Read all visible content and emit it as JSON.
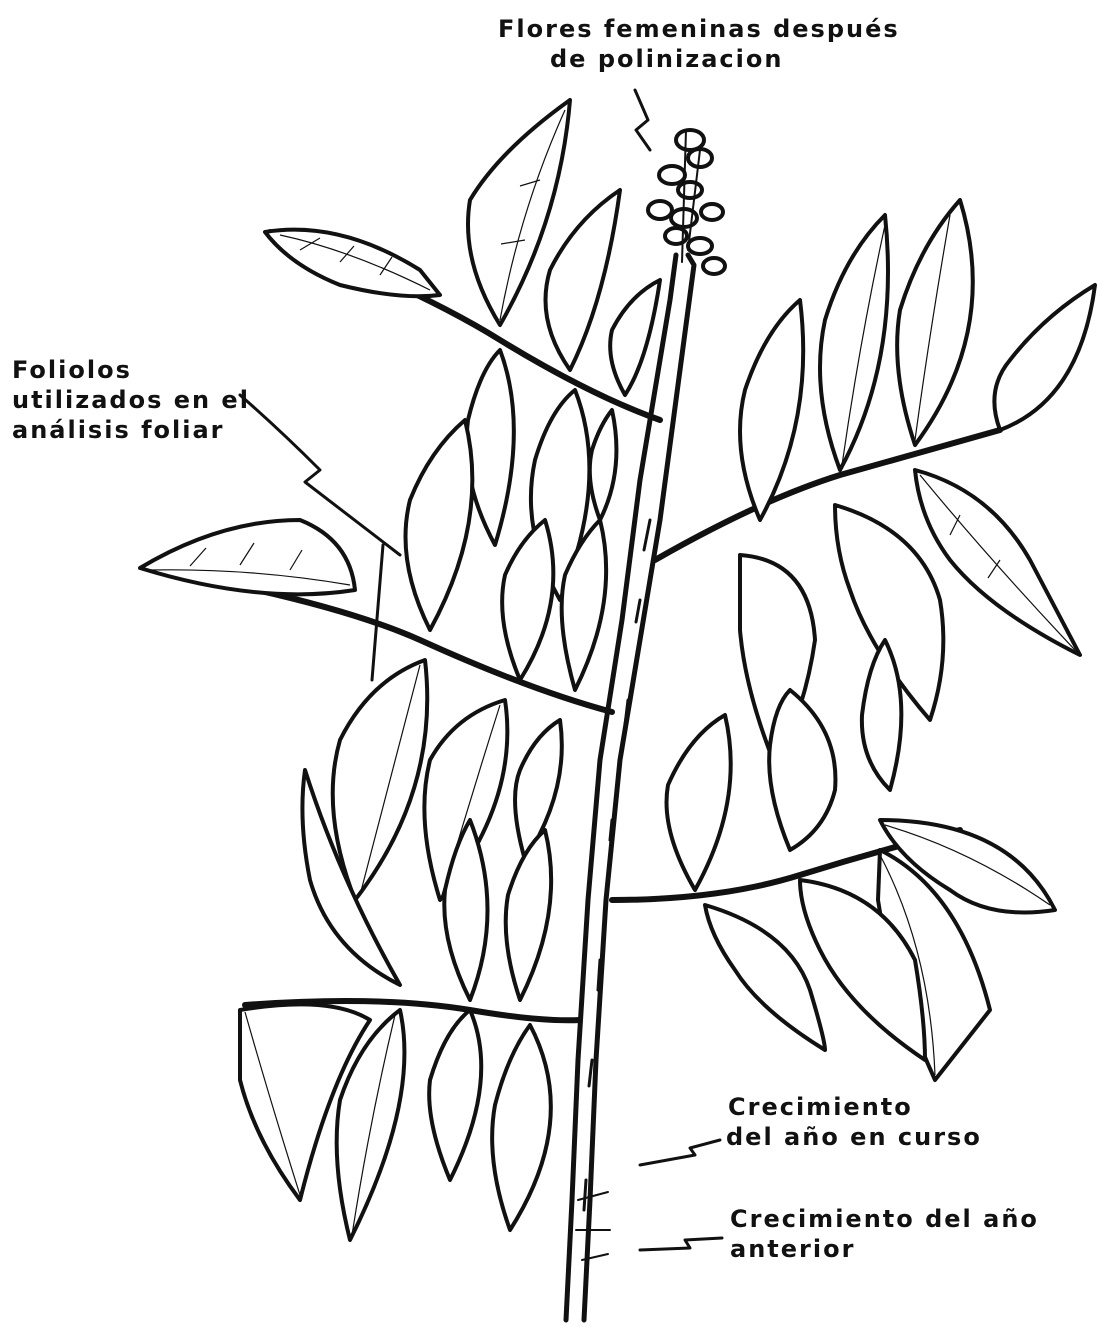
{
  "figure": {
    "labels": {
      "female_flowers": [
        "Flores femeninas después",
        "de polinizacion"
      ],
      "leaflets_used": [
        "Foliolos",
        "utilizados en el",
        "análisis foliar"
      ],
      "current_growth": [
        "Crecimiento",
        "del año en curso"
      ],
      "previous_growth": [
        "Crecimiento del año",
        "anterior"
      ]
    },
    "colors": {
      "ink": "#111111",
      "paper": "#ffffff"
    }
  }
}
